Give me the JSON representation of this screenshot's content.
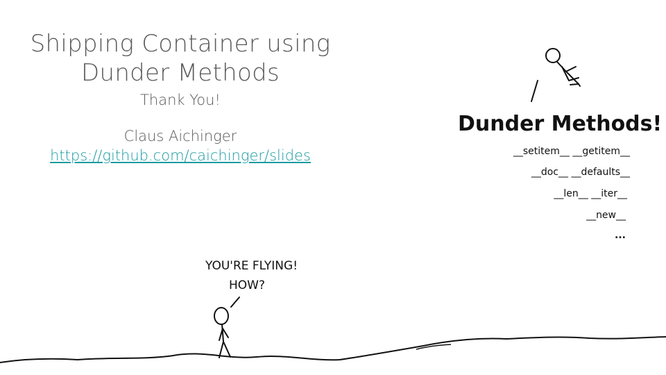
{
  "slide": {
    "title_line_1": "Shipping Container using",
    "title_line_2": "Dunder Methods",
    "subtitle": "Thank You!",
    "author": "Claus Aichinger",
    "link": "https://github.com/caichinger/slides",
    "link_color": "#1a9ba1",
    "text_color": "#595959"
  },
  "comic": {
    "heading": "Dunder Methods!",
    "methods_row_1": "__setitem__ __getitem__",
    "methods_row_2": "__doc__ __defaults__",
    "methods_row_3": "__len__ __iter__",
    "methods_row_4": "__new__",
    "methods_more": "...",
    "speech_line_1": "YOU'RE FLYING!",
    "speech_line_2": "HOW?"
  }
}
